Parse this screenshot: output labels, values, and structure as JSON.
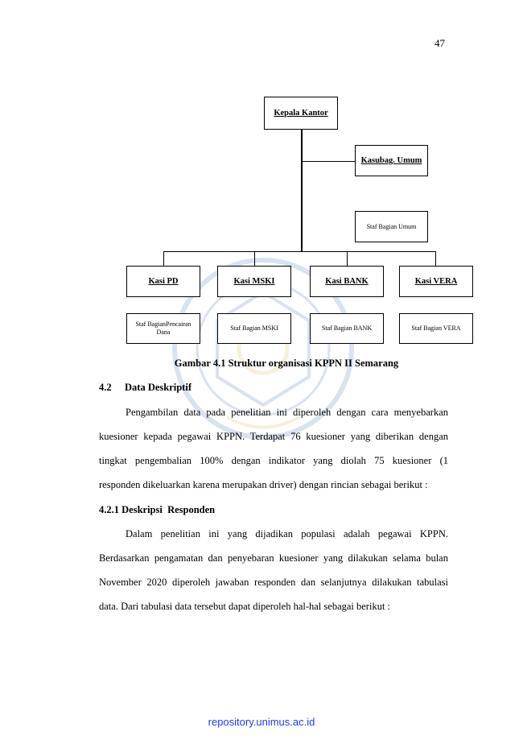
{
  "page_number": "47",
  "org_chart": {
    "head": "Kepala Kantor",
    "kasubag": "Kasubag. Umum",
    "staf_umum": "Staf Bagian Umum",
    "divisions": [
      {
        "title": "Kasi PD",
        "staff": "Staf BagianPencairan Dana"
      },
      {
        "title": "Kasi MSKI",
        "staff": "Staf Bagian MSKI"
      },
      {
        "title": "Kasi BANK",
        "staff": "Staf Bagian BANK"
      },
      {
        "title": "Kasi VERA",
        "staff": "Staf Bagian VERA"
      }
    ]
  },
  "caption": "Gambar 4.1 Struktur organisasi KPPN II Semarang",
  "section_4_2": {
    "number": "4.2",
    "title": "Data Deskriptif"
  },
  "paragraph_1": [
    "Pengambilan data pada penelitian ini diperoleh dengan cara menyebarkan",
    "kuesioner kepada pegawai KPPN. Terdapat 76 kuesioner yang diberikan dengan",
    "tingkat pengembalian 100% dengan indikator yang diolah 75 kuesioner (1",
    "responden dikeluarkan karena merupakan driver) dengan rincian sebagai berikut :"
  ],
  "section_4_2_1": {
    "number": "4.2.1",
    "title": "Deskripsi  Responden"
  },
  "paragraph_2": [
    "Dalam penelitian ini yang dijadikan populasi adalah pegawai KPPN.",
    "Berdasarkan pengamatan dan penyebaran kuesioner yang dilakukan selama bulan",
    "November 2020 diperoleh jawaban responden dan selanjutnya dilakukan tabulasi",
    "data. Dari tabulasi data tersebut dapat diperoleh hal-hal sebagai berikut :"
  ],
  "footer": "repository.unimus.ac.id"
}
